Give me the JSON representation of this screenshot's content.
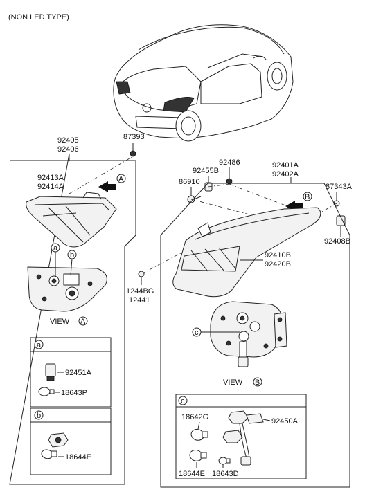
{
  "header": {
    "title": "(NON LED TYPE)"
  },
  "labels": {
    "p92405": "92405",
    "p92406": "92406",
    "p87393": "87393",
    "p92413A": "92413A",
    "p92414A": "92414A",
    "p92401A": "92401A",
    "p92402A": "92402A",
    "p92486": "92486",
    "p92455B": "92455B",
    "p86910": "86910",
    "p87343A": "87343A",
    "p92408B": "92408B",
    "p92410B": "92410B",
    "p92420B": "92420B",
    "p1244BG": "1244BG",
    "p12441": "12441",
    "p92451A": "92451A",
    "p18643P": "18643P",
    "p18644E_b": "18644E",
    "p18642G": "18642G",
    "p92450A": "92450A",
    "p18644E_c": "18644E",
    "p18643D": "18643D"
  },
  "views": {
    "view_word": "VIEW",
    "letter_a": "A",
    "letter_b": "B"
  },
  "callouts": {
    "a": "a",
    "b": "b",
    "c": "c"
  },
  "icons": {
    "car": "hatchback-car-rear-icon",
    "lamp_inner": "inner-tail-lamp-icon",
    "lamp_outer": "outer-tail-lamp-icon",
    "bulb": "bulb-icon",
    "socket": "bulb-socket-icon",
    "bolt": "bolt-icon",
    "nut": "nut-icon",
    "clip": "clip-icon"
  }
}
